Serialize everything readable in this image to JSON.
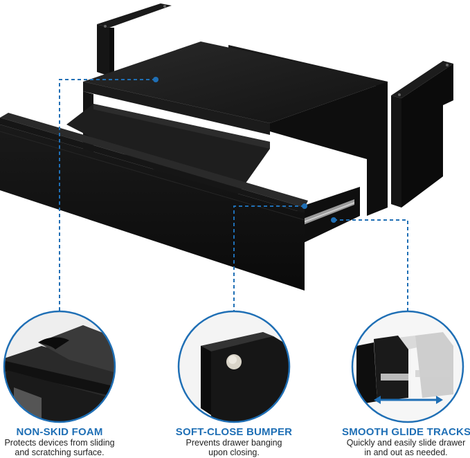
{
  "colors": {
    "accent": "#1f6fb5",
    "product": "#111111",
    "circle_border": "#1f6fb5",
    "text": "#222222"
  },
  "features": [
    {
      "title": "NON-SKID FOAM",
      "desc_line1": "Protects devices from sliding",
      "desc_line2": "and scratching surface."
    },
    {
      "title": "SOFT-CLOSE BUMPER",
      "desc_line1": "Prevents drawer banging",
      "desc_line2": "upon closing."
    },
    {
      "title": "SMOOTH GLIDE TRACKS",
      "desc_line1": "Quickly and easily  slide drawer",
      "desc_line2": "in and out as needed."
    }
  ]
}
